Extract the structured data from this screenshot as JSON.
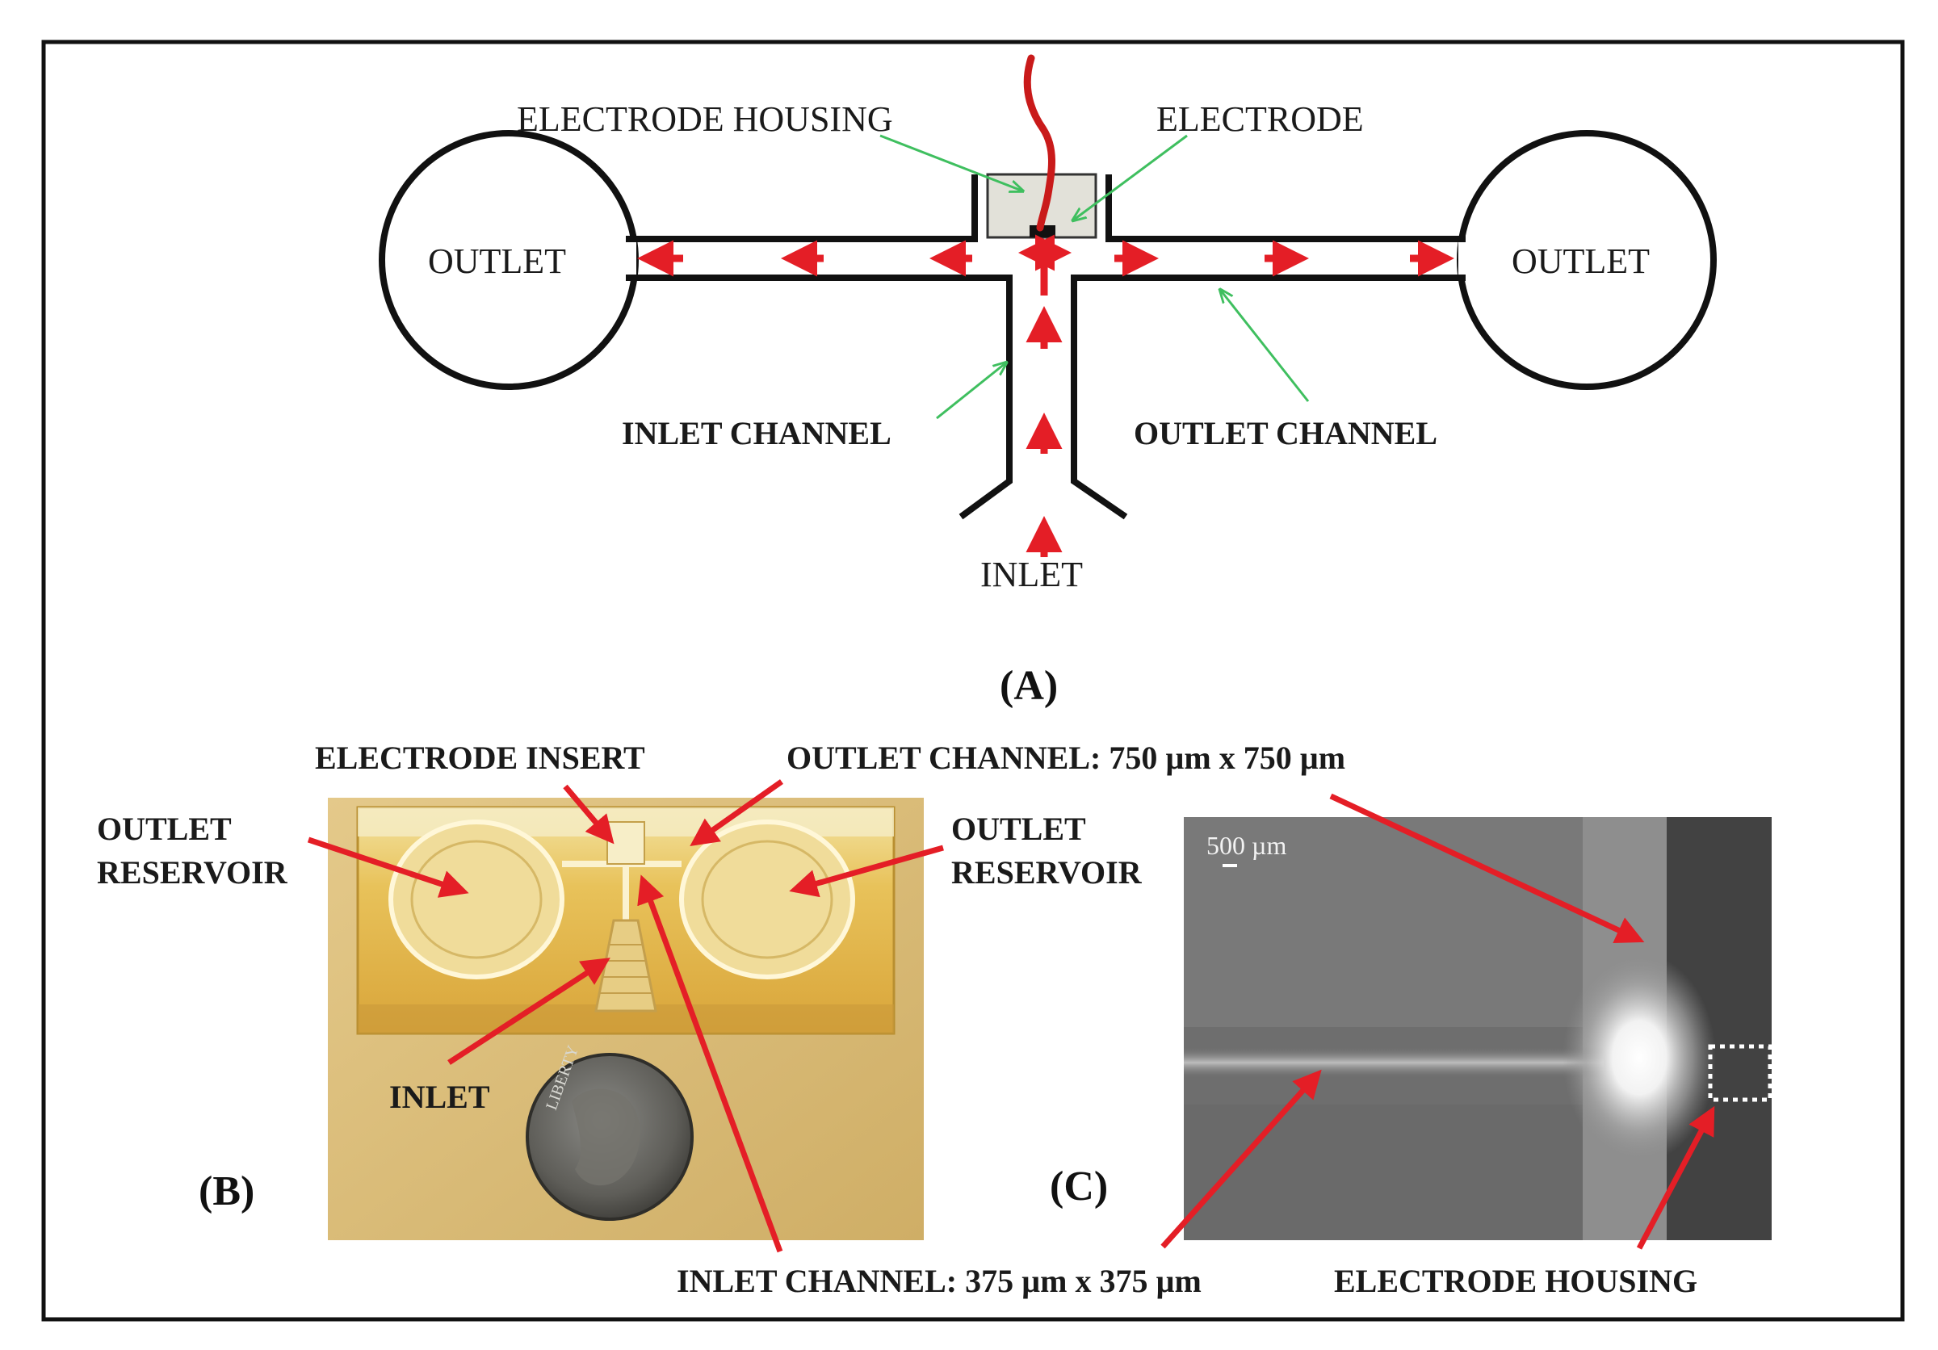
{
  "panels": {
    "a": "(A)",
    "b": "(B)",
    "c": "(C)"
  },
  "diagram_a": {
    "electrode_housing": "ELECTRODE HOUSING",
    "electrode": "ELECTRODE",
    "outlet_left": "OUTLET",
    "outlet_right": "OUTLET",
    "inlet_channel": "INLET CHANNEL",
    "outlet_channel": "OUTLET CHANNEL",
    "inlet": "INLET"
  },
  "photo_b": {
    "electrode_insert": "ELECTRODE INSERT",
    "outlet_reservoir_left": [
      "OUTLET",
      "RESERVOIR"
    ],
    "outlet_reservoir_right": [
      "OUTLET",
      "RESERVOIR"
    ],
    "inlet": "INLET",
    "coin_text": "LIBERTY"
  },
  "image_c": {
    "scale_bar": "500 µm",
    "electrode_housing": "ELECTRODE HOUSING"
  },
  "dimensions": {
    "outlet_channel": "OUTLET CHANNEL: 750 µm x 750 µm",
    "inlet_channel": "INLET CHANNEL: 375 µm x 375 µm"
  },
  "colors": {
    "arrow_red": "#e41e26",
    "pointer_green": "#3fbf5f",
    "wire_red": "#c91a1a"
  }
}
